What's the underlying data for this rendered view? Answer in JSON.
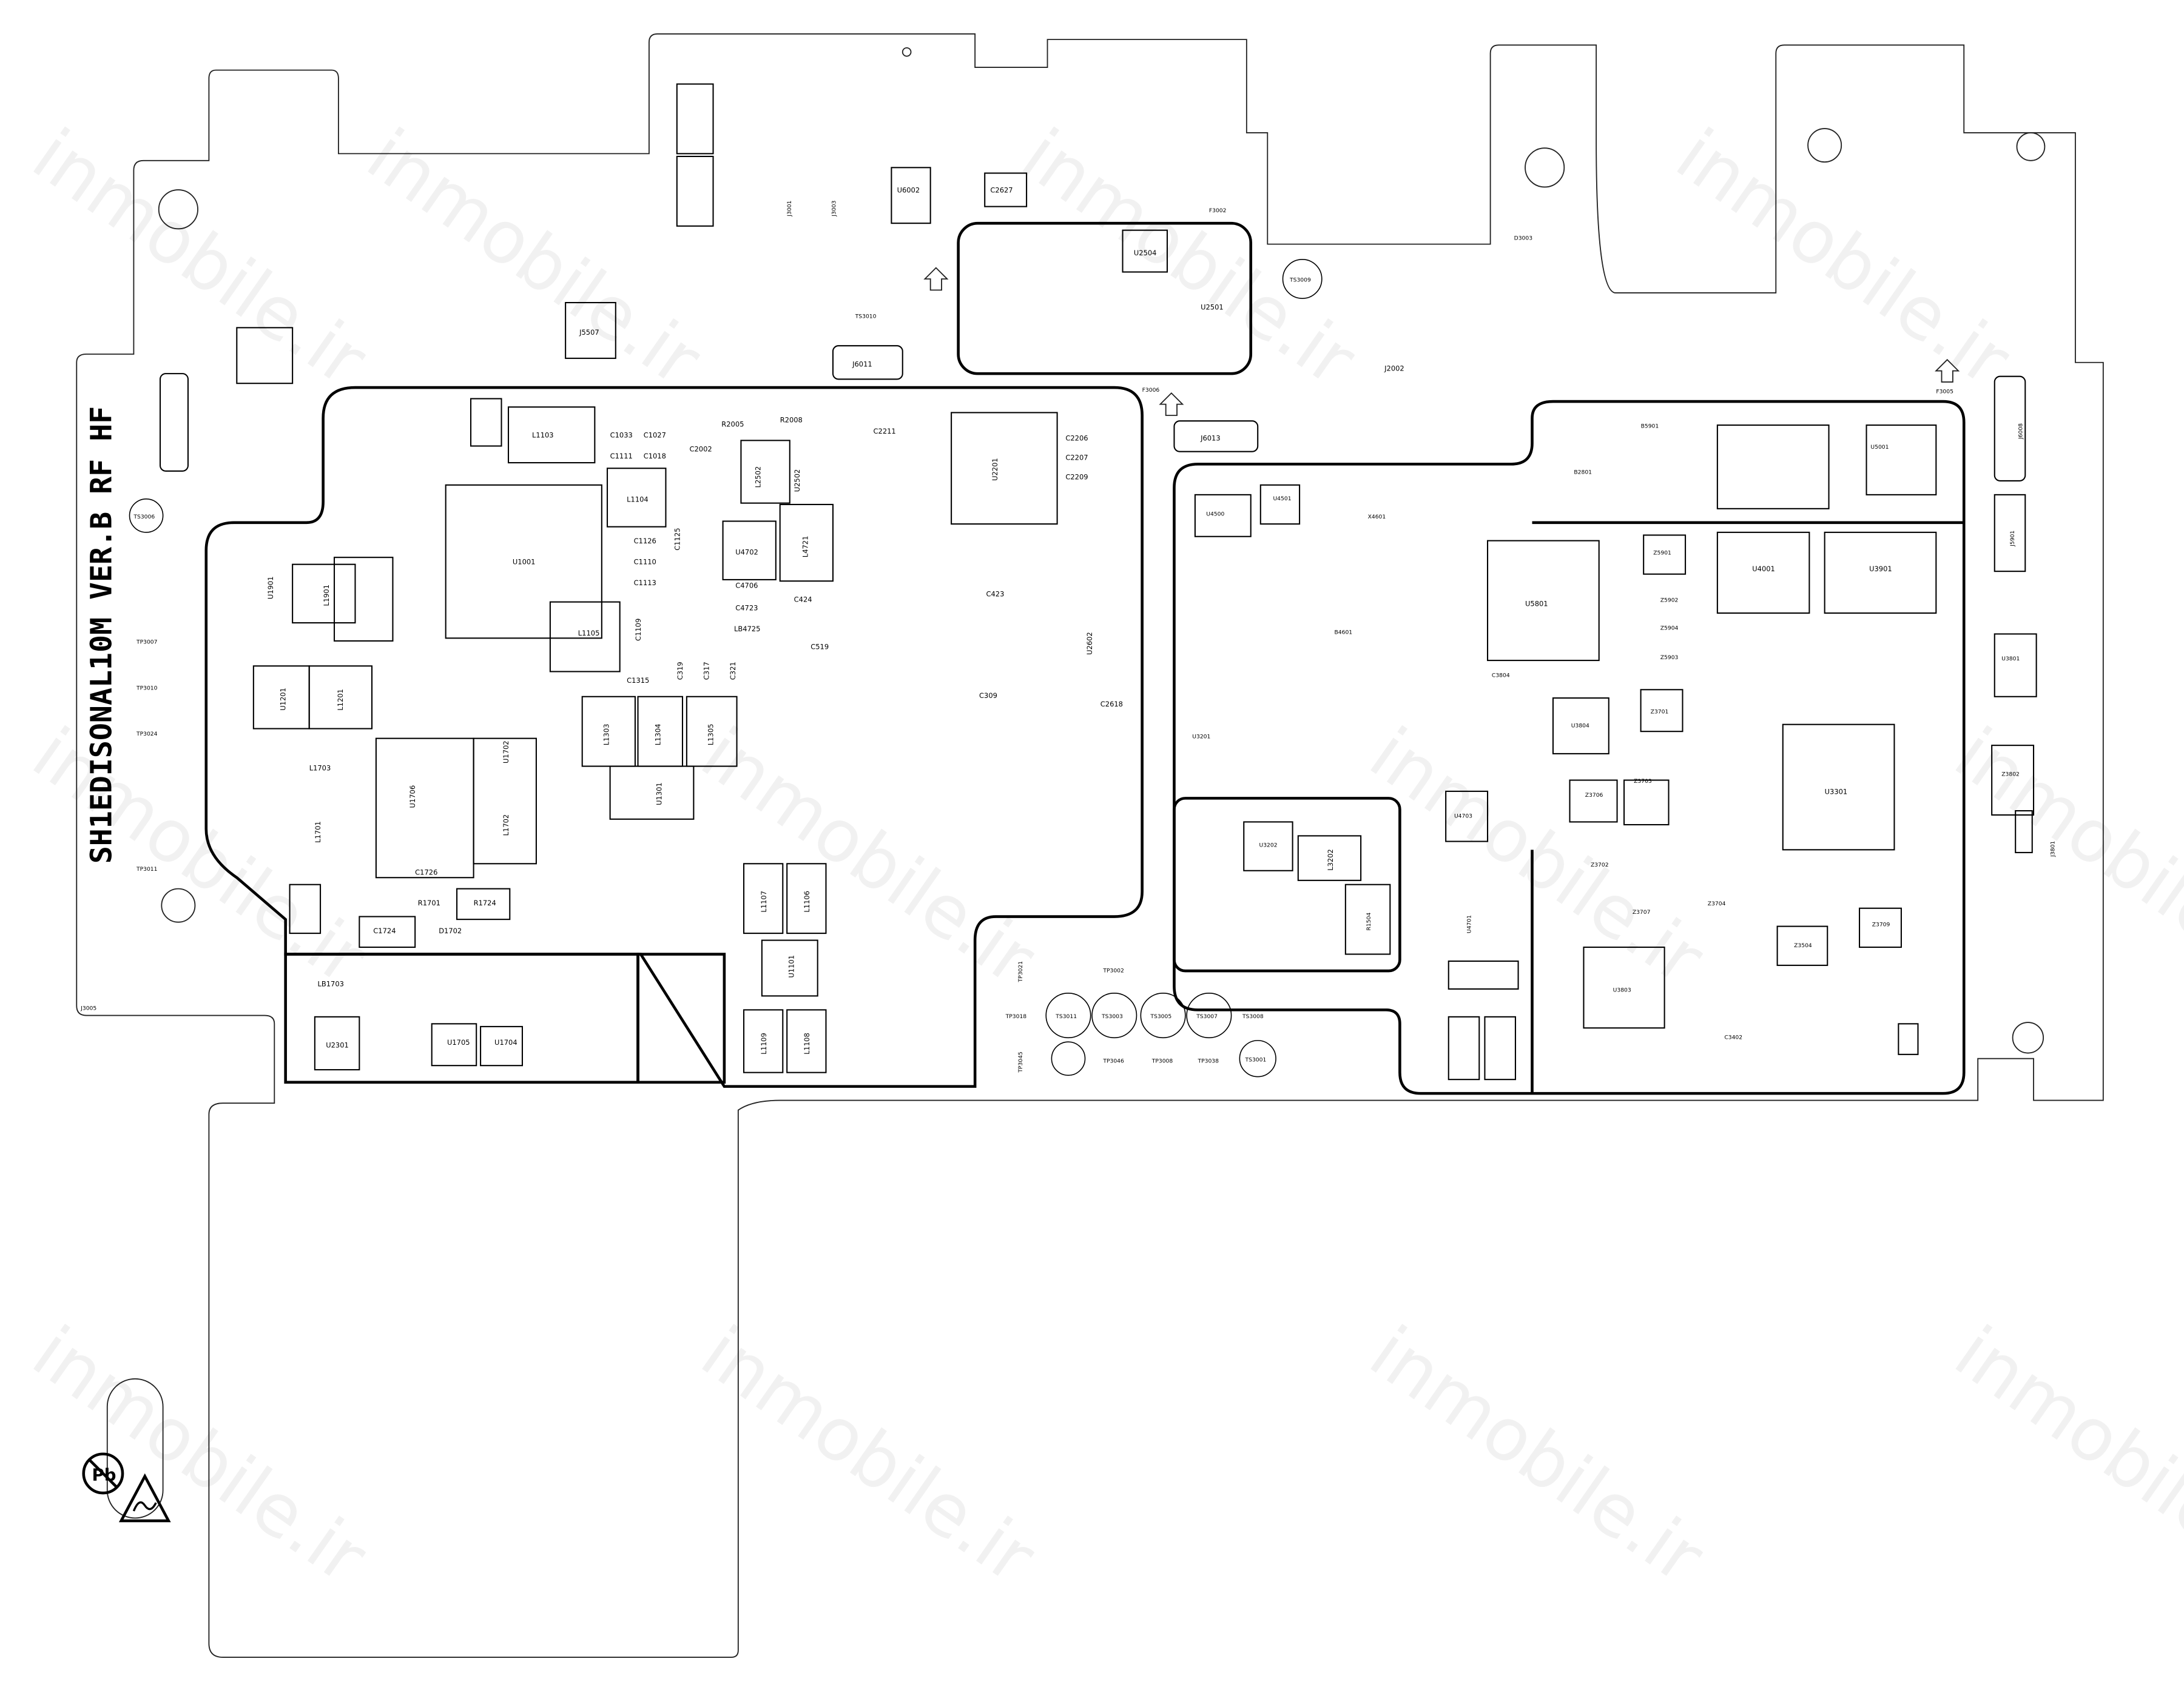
{
  "board": {
    "title": "SH1EDISONAL10M VER.B RF HF",
    "watermark": "inmobile.ir",
    "pb_free_logo": "Pb"
  },
  "labels": {
    "u1001": "U1001",
    "u2201": "U2201",
    "u5801": "U5801",
    "u3301": "U3301",
    "u4001": "U4001",
    "u3901": "U3901",
    "l1104": "L1104",
    "l1103": "L1103",
    "l2502": "L2502",
    "u2502": "U2502",
    "u4702": "U4702",
    "l4721": "L4721",
    "c1125": "C1125",
    "c1126": "C1126",
    "c1110": "C1110",
    "c1113": "C1113",
    "c1109": "C1109",
    "c1315": "C1315",
    "c319": "C319",
    "c317": "C317",
    "c321": "C321",
    "c519": "C519",
    "c309": "C309",
    "c2618": "C2618",
    "u2602": "U2602",
    "c2206": "C2206",
    "c2207": "C2207",
    "c2209": "C2209",
    "c2211": "C2211",
    "c424": "C424",
    "c423": "C423",
    "c4706": "C4706",
    "c4723": "C4723",
    "lb4725": "LB4725",
    "c1033": "C1033",
    "c1027": "C1027",
    "c1111": "C1111",
    "c1018": "C1018",
    "c2002": "C2002",
    "r2005": "R2005",
    "r2008": "R2008",
    "u1901": "U1901",
    "l1901": "L1901",
    "u1201": "U1201",
    "l1201": "L1201",
    "l1703": "L1703",
    "l1701": "L1701",
    "u1706": "U1706",
    "u1702": "U1702",
    "l1702": "L1702",
    "u1704": "U1704",
    "c1724": "C1724",
    "d1702": "D1702",
    "r1724": "R1724",
    "r1701": "R1701",
    "c1726": "C1726",
    "u2301": "U2301",
    "u1705": "U1705",
    "lb1703": "LB1703",
    "u1101": "U1101",
    "l1105": "L1105",
    "l1304": "L1304",
    "l1305": "L1305",
    "l1303": "L1303",
    "u1301": "U1301",
    "l1107": "L1107",
    "l1106": "L1106",
    "l1109": "L1109",
    "l1108": "L1108",
    "u1101b": "U1101",
    "u2504": "U2504",
    "u2501": "U2501",
    "c2627": "C2627",
    "u6002": "U6002",
    "j5507": "J5507",
    "j6011": "J6011",
    "j6013": "J6013",
    "j2002": "J2002",
    "ts3006": "TS3006",
    "ts3009": "TS3009",
    "ts3011": "TS3011",
    "ts3003": "TS3003",
    "ts3005": "TS3005",
    "ts3007": "TS3007",
    "ts3001": "TS3001",
    "ts3008": "TS3008",
    "u4501": "U4501",
    "u4500": "U4500",
    "b4601": "B4601",
    "x4601": "X4601",
    "u3201": "U3201",
    "u3202": "U3202",
    "l3202": "L3202",
    "r1504": "R1504",
    "u3804": "U3804",
    "u3803": "U3803",
    "z3701": "Z3701",
    "z3703": "Z3703",
    "z3706": "Z3706",
    "z3702": "Z3702",
    "z3707": "Z3707",
    "z3704": "Z3704",
    "z3709": "Z3709",
    "z3504": "Z3504",
    "u3801": "U3801",
    "z3802": "Z3802",
    "u5001": "U5001",
    "z5901": "Z5901",
    "z5902": "Z5902",
    "z5904": "Z5904",
    "z5903": "Z5903",
    "u4703": "U4703",
    "u4701": "U4701",
    "j6008": "J6008",
    "j5901": "J5901",
    "j3801": "J3801",
    "z3802b": "Z3802",
    "b2801": "B2801",
    "b5901": "B5901",
    "tp3007": "TP3007",
    "tp3010": "TP3010",
    "tp3024": "TP3024",
    "tp3011": "TP3011",
    "j3005": "J3005",
    "tp3021": "TP3021",
    "tp3018": "TP3018",
    "tp3045": "TP3045",
    "tp3046": "TP3046",
    "tp3008": "TP3008",
    "tp3038": "TP3038",
    "tp3002": "TP3002",
    "f3002": "F3002",
    "f3006": "F3006",
    "f3005": "F3005",
    "ts3010": "TS3010",
    "j3001": "J3001",
    "j3003": "J3003",
    "d3003": "D3003",
    "c3804": "C3804",
    "c3402": "C3402"
  },
  "icons": {
    "arrow": "arrow-up-outline-icon",
    "hole": "mounting-hole-icon",
    "pb": "lead-free-icon",
    "esd": "esd-warning-icon"
  }
}
